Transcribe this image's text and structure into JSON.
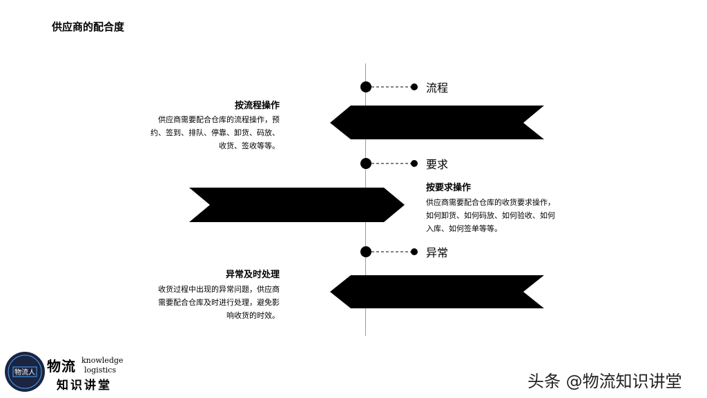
{
  "title": "供应商的配合度",
  "nodes": [
    {
      "label": "流程"
    },
    {
      "label": "要求"
    },
    {
      "label": "异常"
    }
  ],
  "blocks": [
    {
      "title": "按流程操作",
      "lines": [
        "供应商需要配合仓库的流程操作，预",
        "约、签到、排队、停靠、卸货、码放、",
        "收货、签收等等。"
      ]
    },
    {
      "title": "按要求操作",
      "lines": [
        "供应商需要配合仓库的收货要求操作，",
        "如何卸货、如何码放、如何验收、如何",
        "入库、如何签单等等。"
      ]
    },
    {
      "title": "异常及时处理",
      "lines": [
        "收货过程中出现的异常问题，供应商",
        "需要配合仓库及时进行处理，避免影",
        "响收货的时效。"
      ]
    }
  ],
  "logo": {
    "badge": "物流人",
    "cn": "物流",
    "en1": "knowledge",
    "en2": "logistics",
    "cn2": "知识讲堂"
  },
  "watermark": "头条 @物流知识讲堂",
  "colors": {
    "shape": "#000000",
    "axis": "#9a9a9a",
    "logo_bg": "#1b2440",
    "logo_accent": "#4da3ff"
  }
}
